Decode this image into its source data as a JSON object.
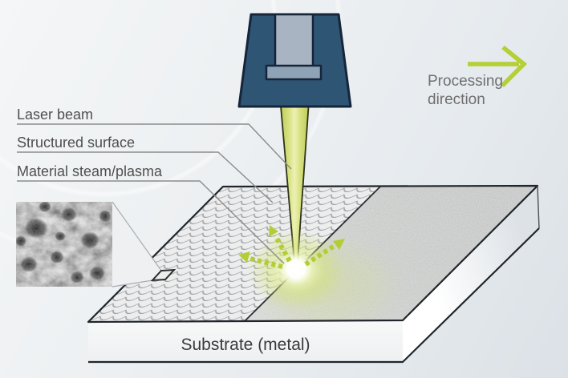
{
  "figure": {
    "title": "Laser surface structuring process diagram",
    "callouts": [
      {
        "label": "Laser beam"
      },
      {
        "label": "Structured surface"
      },
      {
        "label": "Material steam/plasma"
      }
    ],
    "processing_direction": {
      "full": "Processing direction",
      "line1": "Processing",
      "line2": "direction"
    },
    "substrate_label": "Substrate (metal)",
    "inset": {
      "name": "sem-micrograph-of-structured-surface"
    },
    "annotations": {
      "processing_arrow": {
        "icon": "arrow-right",
        "color": "#b5cf36"
      },
      "plasma_arrows": {
        "icon": "dashed-arrows-radiating",
        "count": 3,
        "color": "#b2cd35"
      }
    },
    "colors": {
      "accent_green": "#b5cf36",
      "beam_fill": "#d9e377",
      "laser_head_body": "#2e5574",
      "laser_head_column": "#a8b4c2",
      "laser_head_bar": "#8fa3b6",
      "outline_dark": "#1d2733",
      "label_text": "#4f4f4f",
      "direction_text": "#6f6f6f",
      "leader_line": "#8c8c8c"
    }
  }
}
